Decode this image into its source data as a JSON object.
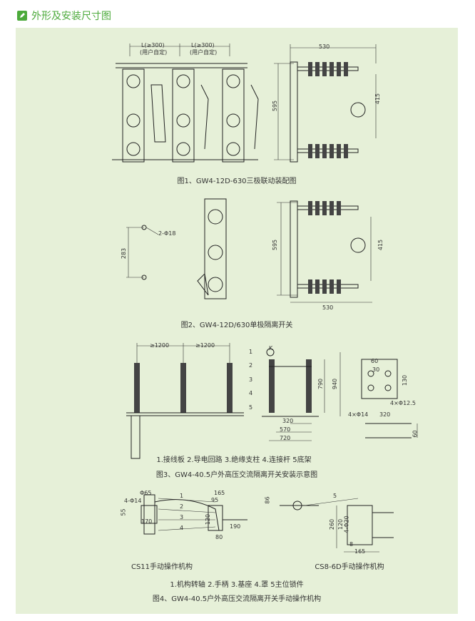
{
  "header": {
    "title": "外形及安装尺寸图"
  },
  "fig1": {
    "caption": "图1、GW4-12D-630三极联动装配图",
    "dim_left_1": "L(≥300)",
    "dim_left_1_sub": "(用户自定)",
    "dim_left_2": "L(≥300)",
    "dim_left_2_sub": "(用户自定)",
    "dim_width": "530",
    "dim_height": "595",
    "dim_415": "415"
  },
  "fig2": {
    "caption": "图2、GW4-12D/630单极隔离开关",
    "hole_label": "2-Φ18",
    "dim_283": "283",
    "dim_595": "595",
    "dim_415": "415",
    "dim_530": "530"
  },
  "fig3": {
    "caption": "图3、GW4-40.5户外高压交流隔离开关安装示意图",
    "legend": "1.接线板   2.导电回路   3.绝缘支柱   4.连接杆   5底架",
    "dim_1200a": "≥1200",
    "dim_1200b": "≥1200",
    "k_label": "K",
    "part_1": "1",
    "part_2": "2",
    "part_3": "3",
    "part_4": "4",
    "part_5": "5",
    "dim_790": "790",
    "dim_940": "940",
    "dim_320": "320",
    "dim_570": "570",
    "dim_720": "720",
    "plate_60": "60",
    "plate_30": "30",
    "plate_130": "130",
    "plate_holes": "4×Φ12.5",
    "base_holes": "4×Φ14",
    "base_320": "320",
    "base_60": "60"
  },
  "fig4": {
    "caption": "图4、GW4-40.5户外高压交流隔离开关手动操作机构",
    "legend": "1.机构转轴   2.手柄   3.基座   4.罩   5主位锁件",
    "left_title": "CS11手动操作机构",
    "right_title": "CS8-6D手动操作机构",
    "l_phi65": "Φ65",
    "l_4phi14": "4-Φ14",
    "l_55": "55",
    "l_170": "170",
    "l_165": "165",
    "l_95": "95",
    "l_120": "120",
    "l_190": "190",
    "l_80": "80",
    "l_p1": "1",
    "l_p2": "2",
    "l_p3": "3",
    "l_p4": "4",
    "r_86": "86",
    "r_p5": "5",
    "r_260": "260",
    "r_120": "120",
    "r_4phi20": "4-Φ20",
    "r_8": "8",
    "r_165": "165"
  }
}
